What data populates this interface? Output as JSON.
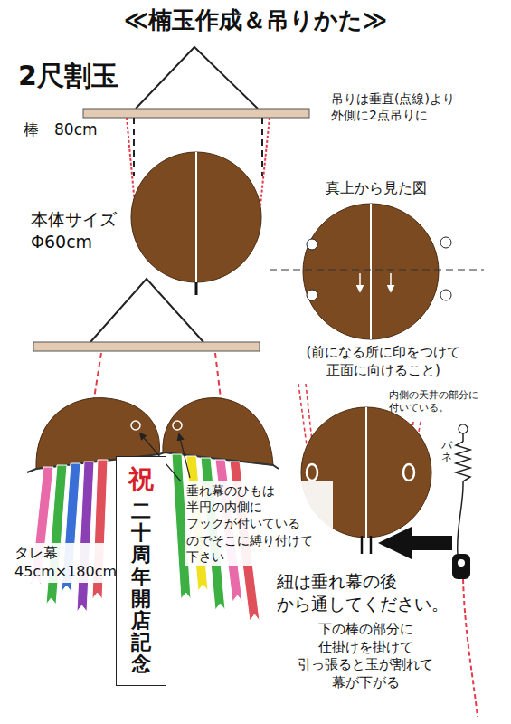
{
  "diagram": {
    "title": "≪楠玉作成＆吊りかた≫",
    "nodes": [
      {
        "text": [
          "祝",
          "二十周年開店記念"
        ]
      }
    ],
    "labels": [
      "2尺割玉",
      "吊りは垂直(点線)より 外側に2点吊りに",
      "棒　80cm",
      "本体サイズ Φ60cm",
      "真上から見た図",
      "(前になる所に印をつけて 正面に向けること)",
      "内側の天井の部分に 付いている。",
      "バネ",
      "タレ幕 45cm×180cm",
      "垂れ幕のひもは 半円の内側に フックが付いている のでそこに縛り付けて 下さい",
      "紐は垂れ幕の後 から通してください。",
      "下の棒の部分に 仕掛けを掛けて 引っ張ると玉が割れて 幕が下がる"
    ]
  }
}
